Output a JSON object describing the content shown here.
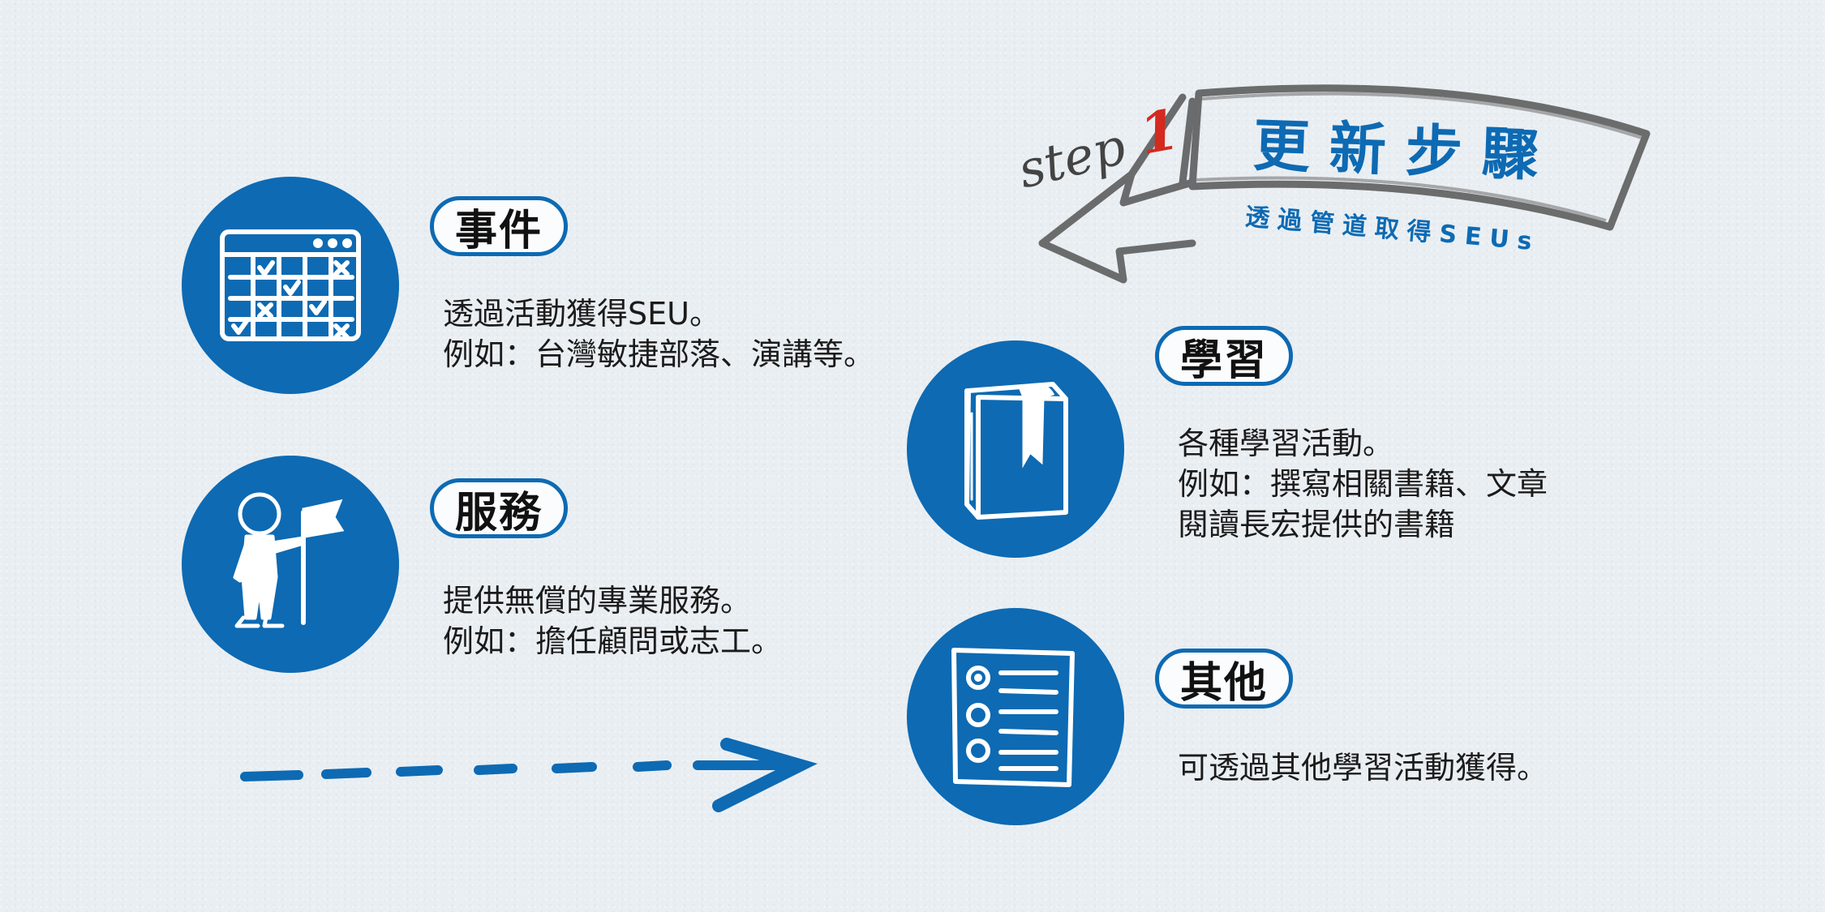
{
  "banner": {
    "step_mark": "step 1",
    "title": "更新步驟",
    "subtitle": "透過管道取得SEUs"
  },
  "cards": {
    "events": {
      "title": "事件",
      "lines": [
        "透過活動獲得SEU。",
        "例如：台灣敏捷部落、演講等。"
      ],
      "icon": "calendar-icon"
    },
    "service": {
      "title": "服務",
      "lines": [
        "提供無償的專業服務。",
        "例如：擔任顧問或志工。"
      ],
      "icon": "person-flag-icon"
    },
    "learning": {
      "title": "學習",
      "lines": [
        "各種學習活動。",
        "例如：撰寫相關書籍、文章",
        "閱讀長宏提供的書籍"
      ],
      "icon": "book-icon"
    },
    "other": {
      "title": "其他",
      "lines": [
        "可透過其他學習活動獲得。"
      ],
      "icon": "checklist-icon"
    }
  },
  "colors": {
    "accent": "#0d6ab3",
    "background": "#e9eef2",
    "step_number": "#d42a1f"
  }
}
